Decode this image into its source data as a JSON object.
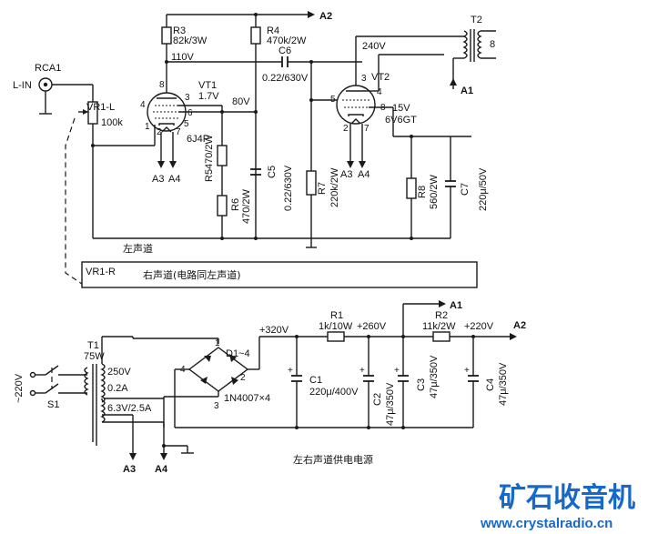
{
  "labels": {
    "rca": "RCA1",
    "l_in": "L-IN",
    "vr1l": "VR1-L",
    "vr1l_val": "100k",
    "r3": "R3",
    "r3_val": "82k/3W",
    "r4": "R4",
    "r4_val": "470k/2W",
    "a2_top": "A2",
    "v110": "110V",
    "c6": "C6",
    "c6_val": "0.22/630V",
    "vt1": "VT1",
    "vt1_v": "1.7V",
    "v80": "80V",
    "tube1": "6J4P",
    "r5": "R5",
    "r5_val": "470/2W",
    "r6": "R6",
    "r6_val": "470/2W",
    "c5": "C5",
    "c5_val": "0.22/630V",
    "r7": "R7",
    "r7_val": "220k/2W",
    "v240": "240V",
    "t2": "T2",
    "t2_pin": "8",
    "a1_top": "A1",
    "vt2": "VT2",
    "v15": "15V",
    "tube2": "6V6GT",
    "r8": "R8",
    "r8_val": "560/2W",
    "c7": "C7",
    "c7_val": "220μ/50V",
    "a3_1": "A3",
    "a4_1": "A4",
    "a3_2": "A3",
    "a4_2": "A4",
    "left_ch": "左声道",
    "vr1r": "VR1-R",
    "right_ch": "右声道(电路同左声道)",
    "t1": "T1",
    "t1_w": "75W",
    "mains": "~220V",
    "s1": "S1",
    "v250": "250V",
    "a02": "0.2A",
    "heater": "6.3V/2.5A",
    "a3_bot": "A3",
    "a4_bot": "A4",
    "bridge": "D1~4",
    "diode": "1N4007×4",
    "v320": "+320V",
    "r1": "R1",
    "r1_val": "1k/10W",
    "v260": "+260V",
    "a1_bot": "A1",
    "r2": "R2",
    "r2_val": "11k/2W",
    "v220": "+220V",
    "a2_bot": "A2",
    "c1": "C1",
    "c1_val": "220μ/400V",
    "c2": "C2",
    "c2_val": "47μ/350V",
    "c3": "C3",
    "c3_val": "47μ/350V",
    "c4": "C4",
    "c4_val": "47μ/350V",
    "psu": "左右声道供电电源",
    "watermark_cn": "矿石收音机",
    "watermark_url": "www.crystalradio.cn"
  },
  "pins": {
    "t1_p8": "8",
    "t1_p4": "4",
    "t1_p3": "3",
    "t1_p1": "1",
    "t1_p2": "2",
    "t1_p6": "6",
    "t1_p5": "5",
    "t1_p7": "7",
    "t2_p3": "3",
    "t2_p4": "4",
    "t2_p5": "5",
    "t2_p8": "8",
    "t2_p2": "2",
    "t2_p7": "7",
    "b1": "1",
    "b2": "2",
    "b3": "3",
    "b4": "4"
  }
}
